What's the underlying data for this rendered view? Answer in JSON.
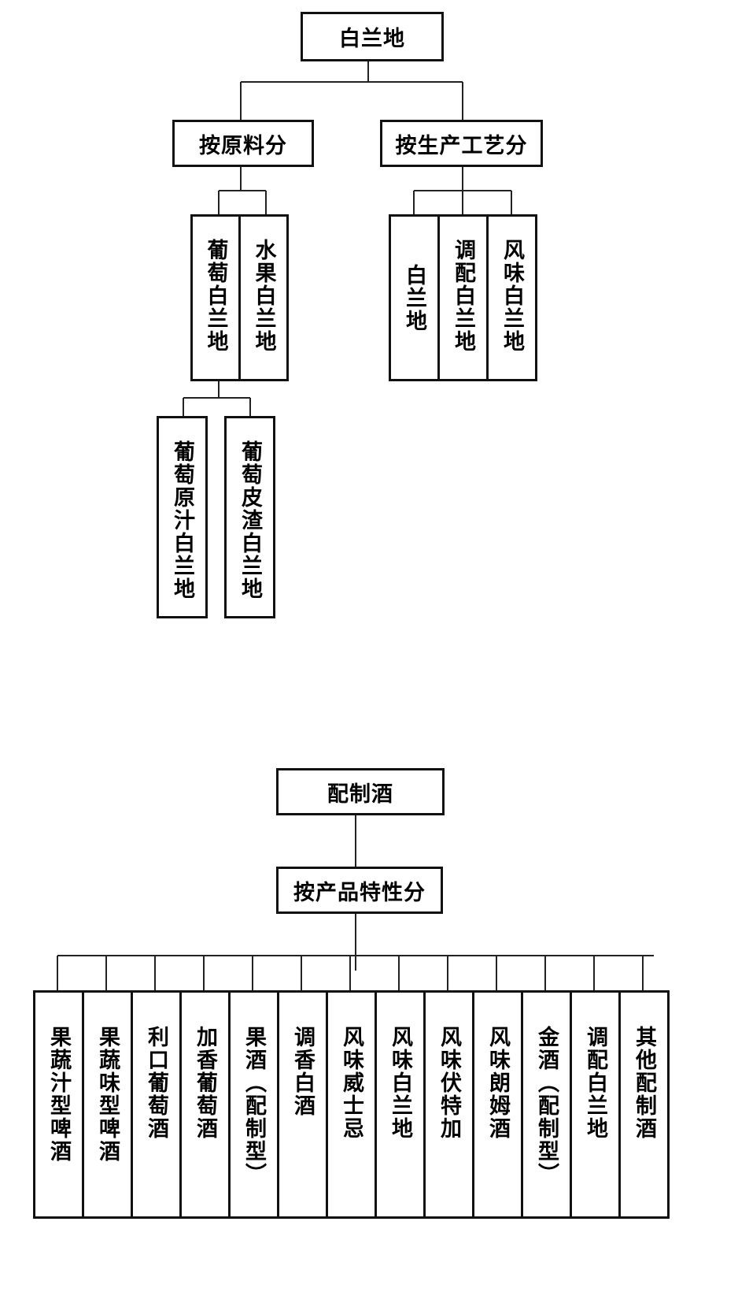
{
  "brandy": {
    "root": "白兰地",
    "by_material": {
      "label": "按原料分",
      "items": [
        "葡萄白兰地",
        "水果白兰地"
      ],
      "grape_sub": [
        "葡萄原汁白兰地",
        "葡萄皮渣白兰地"
      ]
    },
    "by_process": {
      "label": "按生产工艺分",
      "items": [
        "白兰地",
        "调配白兰地",
        "风味白兰地"
      ]
    }
  },
  "blended": {
    "root": "配制酒",
    "by_character": {
      "label": "按产品特性分",
      "items": [
        "果蔬汁型啤酒",
        "果蔬味型啤酒",
        "利口葡萄酒",
        "加香葡萄酒",
        "果酒（配制型）",
        "调香白酒",
        "风味威士忌",
        "风味白兰地",
        "风味伏特加",
        "风味朗姆酒",
        "金酒（配制型）",
        "调配白兰地",
        "其他配制酒"
      ]
    }
  }
}
